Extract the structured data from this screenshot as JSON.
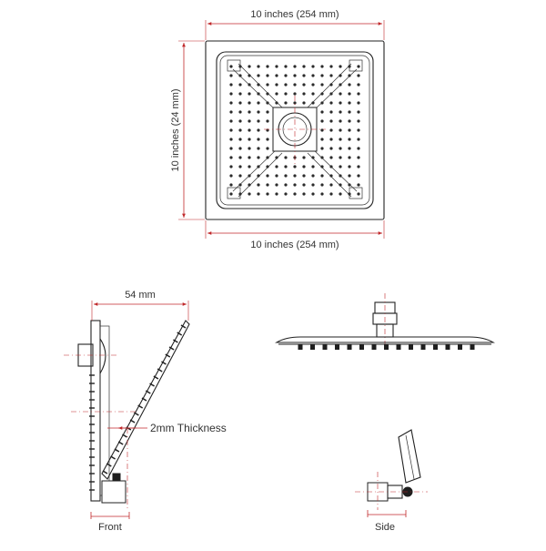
{
  "labels": {
    "top_width": "10 inches (254 mm)",
    "bottom_width": "10 inches (254 mm)",
    "left_height": "10 inches (24 mm)",
    "depth": "54 mm",
    "thickness": "2mm Thickness",
    "front": "Front",
    "side": "Side"
  },
  "colors": {
    "dimension": "#c0292b",
    "outline": "#222222",
    "text": "#333333"
  },
  "nozzle_grid": {
    "rows": 15,
    "cols": 15
  }
}
